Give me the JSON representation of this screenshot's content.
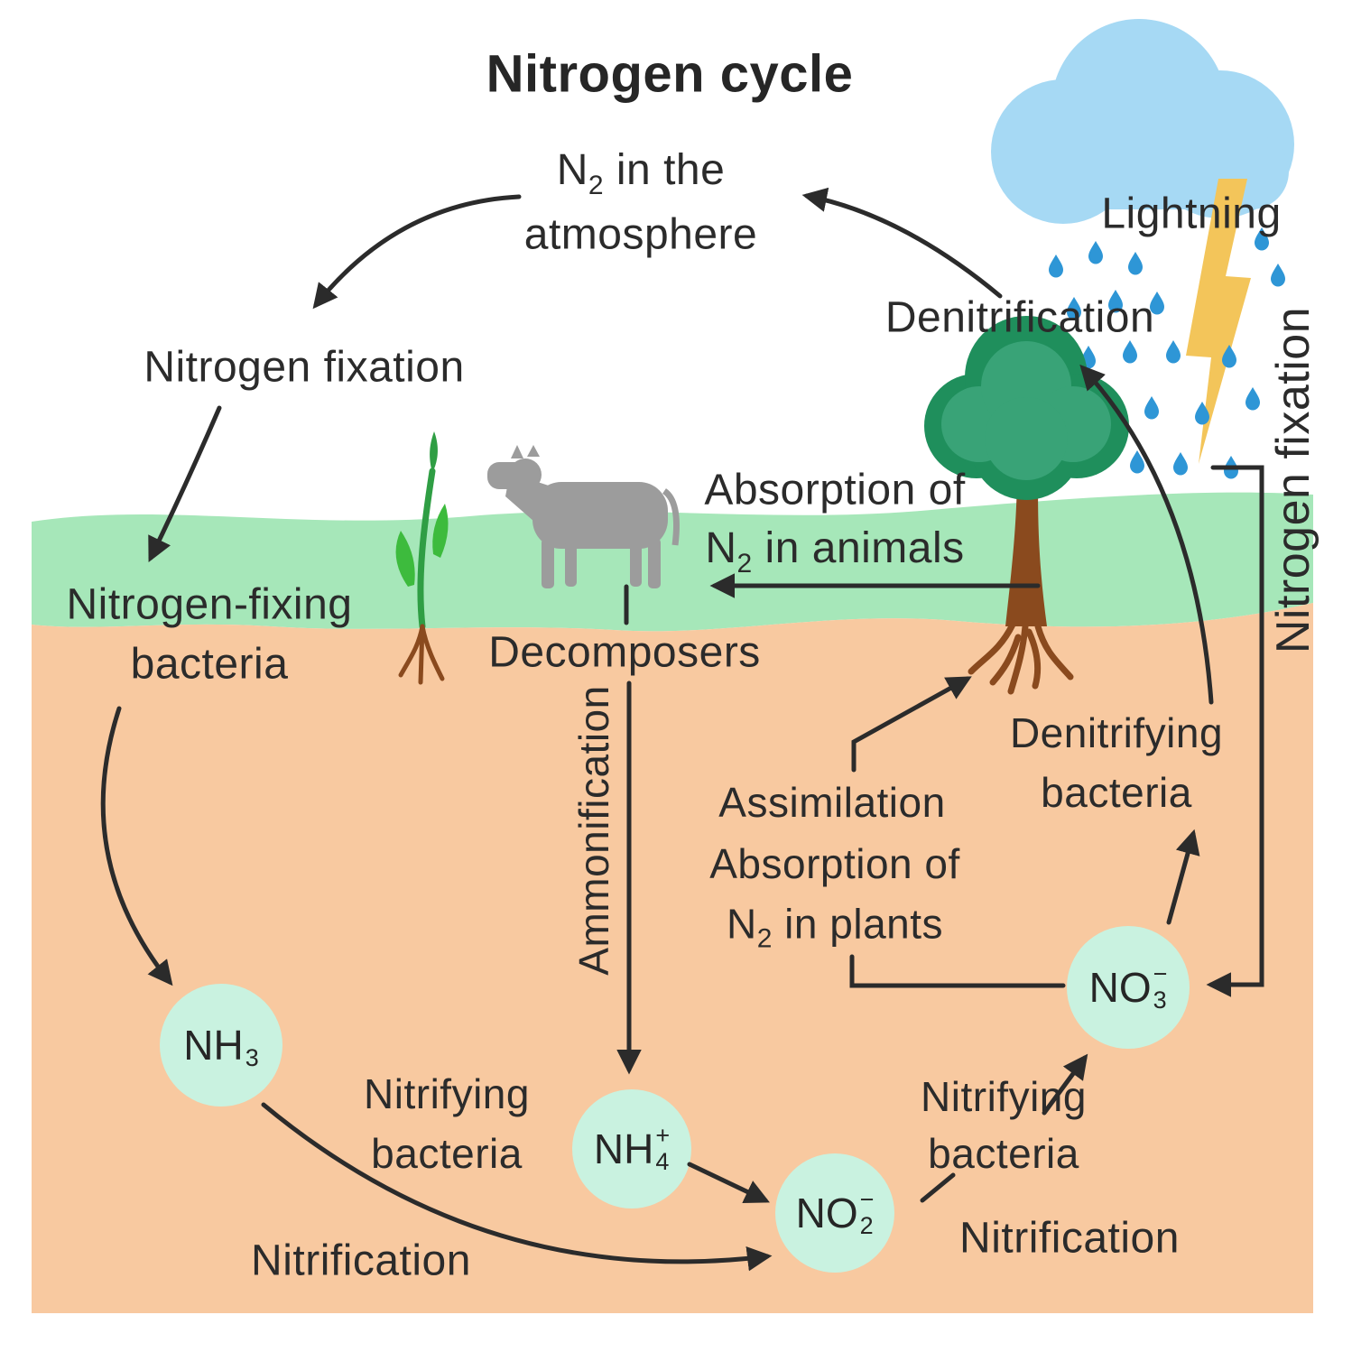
{
  "title": "Nitrogen cycle",
  "colors": {
    "grass": "#A6E7B9",
    "soil": "#F8C9A0",
    "cloud": "#A6D9F4",
    "rain": "#2E96D6",
    "lightning": "#F3C55A",
    "node_circle": "#C9F2E0",
    "tree_foliage_dark": "#1F8F5C",
    "tree_foliage_light": "#39A377",
    "trunk": "#8A4A1E",
    "sprout_stem": "#2F9E44",
    "sprout_leaf": "#3DBB3D",
    "cow": "#9C9C9C",
    "arrow": "#2B2B2B",
    "text": "#2B2B2B"
  },
  "atmosphere": {
    "line1_base": "N",
    "line1_sub": "2",
    "line1_rest": " in the",
    "line2": "atmosphere"
  },
  "labels": {
    "lightning": "Lightning",
    "denitrification": "Denitrification",
    "nitrogen_fixation_left": "Nitrogen fixation",
    "nitrogen_fixation_right": "Nitrogen fixation",
    "nitrogen_fixing_bacteria_1": "Nitrogen-fixing",
    "nitrogen_fixing_bacteria_2": "bacteria",
    "absorption_animals_1": "Absorption of",
    "absorption_animals_2_base": "N",
    "absorption_animals_2_sub": "2",
    "absorption_animals_2_rest": " in animals",
    "decomposers": "Decomposers",
    "ammonification": "Ammonification",
    "assimilation_1": "Assimilation",
    "assimilation_2": "Absorption of",
    "assimilation_3_base": "N",
    "assimilation_3_sub": "2",
    "assimilation_3_rest": " in plants",
    "denitrifying_bacteria_1": "Denitrifying",
    "denitrifying_bacteria_2": "bacteria",
    "nitrifying_bacteria_left_1": "Nitrifying",
    "nitrifying_bacteria_left_2": "bacteria",
    "nitrifying_bacteria_right_1": "Nitrifying",
    "nitrifying_bacteria_right_2": "bacteria",
    "nitrification_left": "Nitrification",
    "nitrification_right": "Nitrification"
  },
  "nodes": {
    "nh3": {
      "base": "NH",
      "sub": "3",
      "sup": ""
    },
    "nh4": {
      "base": "NH",
      "sub": "4",
      "sup": "+"
    },
    "no2": {
      "base": "NO",
      "sub": "2",
      "sup": "−"
    },
    "no3": {
      "base": "NO",
      "sub": "3",
      "sup": "−"
    }
  }
}
